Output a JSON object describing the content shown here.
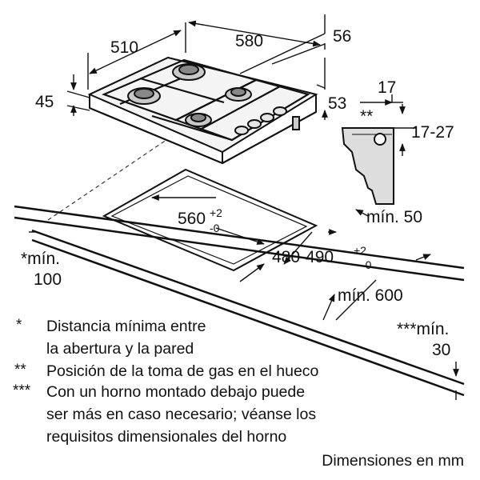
{
  "dimensions": {
    "d510": "510",
    "d580": "580",
    "d56": "56",
    "d45": "45",
    "d53": "53",
    "d17": "17",
    "d17_27": "17-27",
    "cutout_w": "560",
    "cutout_w_tol_plus": "+2",
    "cutout_w_tol_minus": "-0",
    "cutout_d": "480-490",
    "cutout_d_tol_plus": "+2",
    "cutout_d_tol_minus": "-0",
    "min50": "mín. 50",
    "min600": "mín. 600",
    "min100_a": "*mín.",
    "min100_b": "100",
    "min30_a": "***mín.",
    "min30_b": "30",
    "gas_mark": "**"
  },
  "notes": [
    {
      "mark": "*",
      "line1": "Distancia mínima entre",
      "line2": "la abertura y la pared"
    },
    {
      "mark": "**",
      "line1": "Posición de la toma de gas en el hueco"
    },
    {
      "mark": "***",
      "line1": "Con un horno montado debajo puede",
      "line2": "ser más en caso necesario; véanse los",
      "line3": "requisitos dimensionales del horno"
    }
  ],
  "units": "Dimensiones en mm"
}
